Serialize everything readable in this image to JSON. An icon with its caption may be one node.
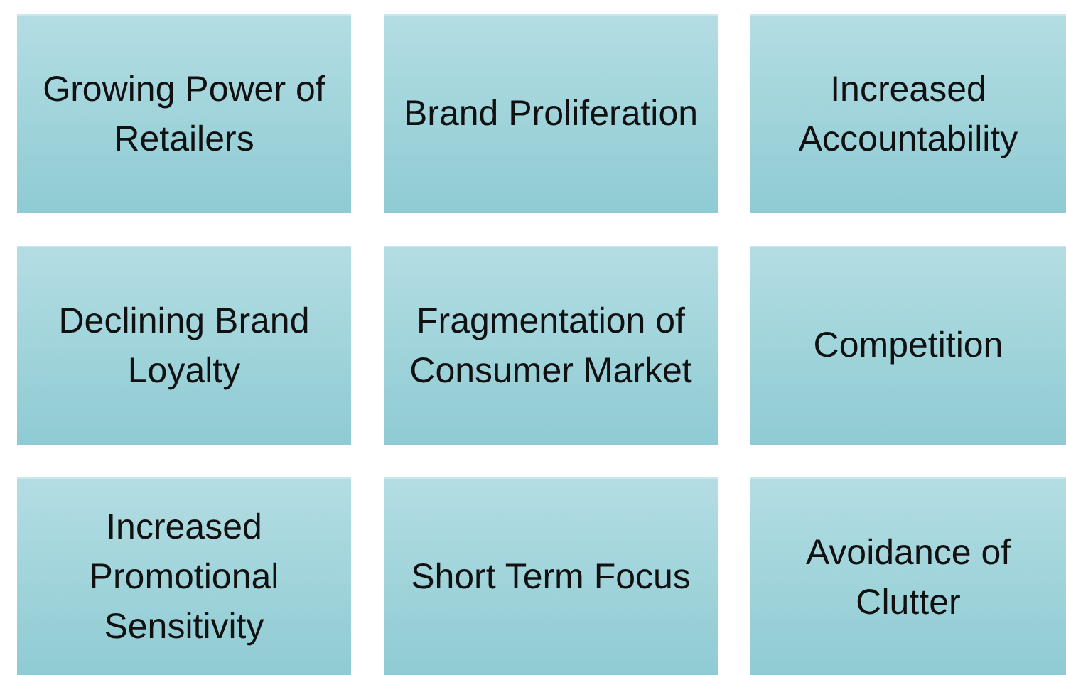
{
  "diagram": {
    "nodes": [
      {
        "text": [
          "Growing Power of Retailers"
        ]
      },
      {
        "text": [
          "Brand Proliferation"
        ]
      },
      {
        "text": [
          "Increased Accountability"
        ]
      },
      {
        "text": [
          "Declining Brand Loyalty"
        ]
      },
      {
        "text": [
          "Fragmentation of Consumer Market"
        ]
      },
      {
        "text": [
          "Competition"
        ]
      },
      {
        "text": [
          "Increased Promotional Sensitivity"
        ]
      },
      {
        "text": [
          "Short Term Focus"
        ]
      },
      {
        "text": [
          "Avoidance of Clutter"
        ]
      }
    ]
  }
}
